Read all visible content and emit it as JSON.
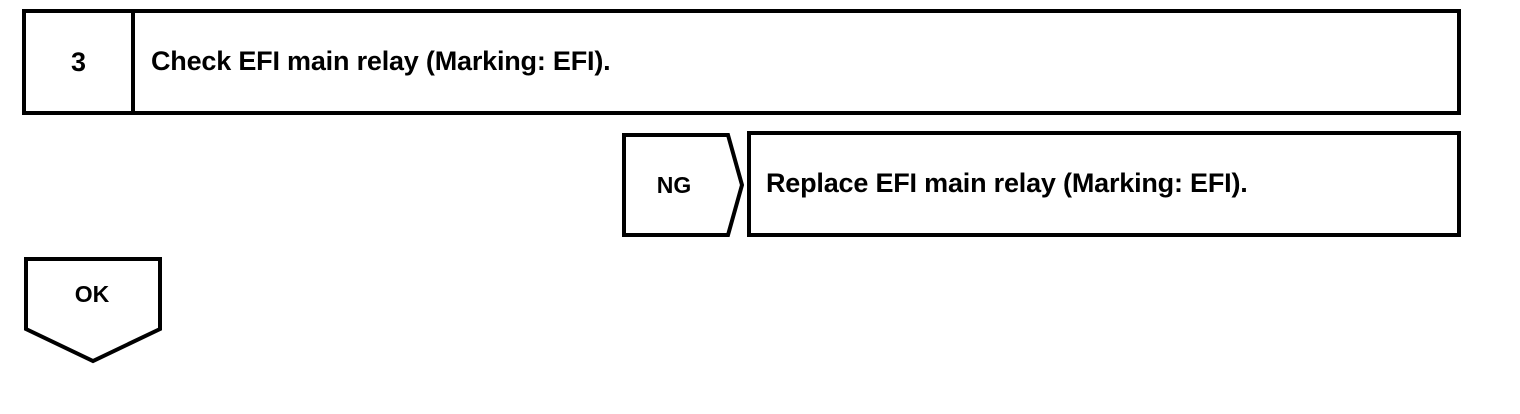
{
  "diagram": {
    "type": "troubleshooting-flowchart",
    "stroke_color": "#000000",
    "background_color": "#ffffff",
    "step": {
      "number": "3",
      "instruction": "Check EFI main relay (Marking: EFI)."
    },
    "branches": [
      {
        "result": "NG",
        "label": "NG",
        "action": "Replace EFI main relay (Marking: EFI)."
      },
      {
        "result": "OK",
        "label": "OK",
        "action": ""
      }
    ]
  }
}
